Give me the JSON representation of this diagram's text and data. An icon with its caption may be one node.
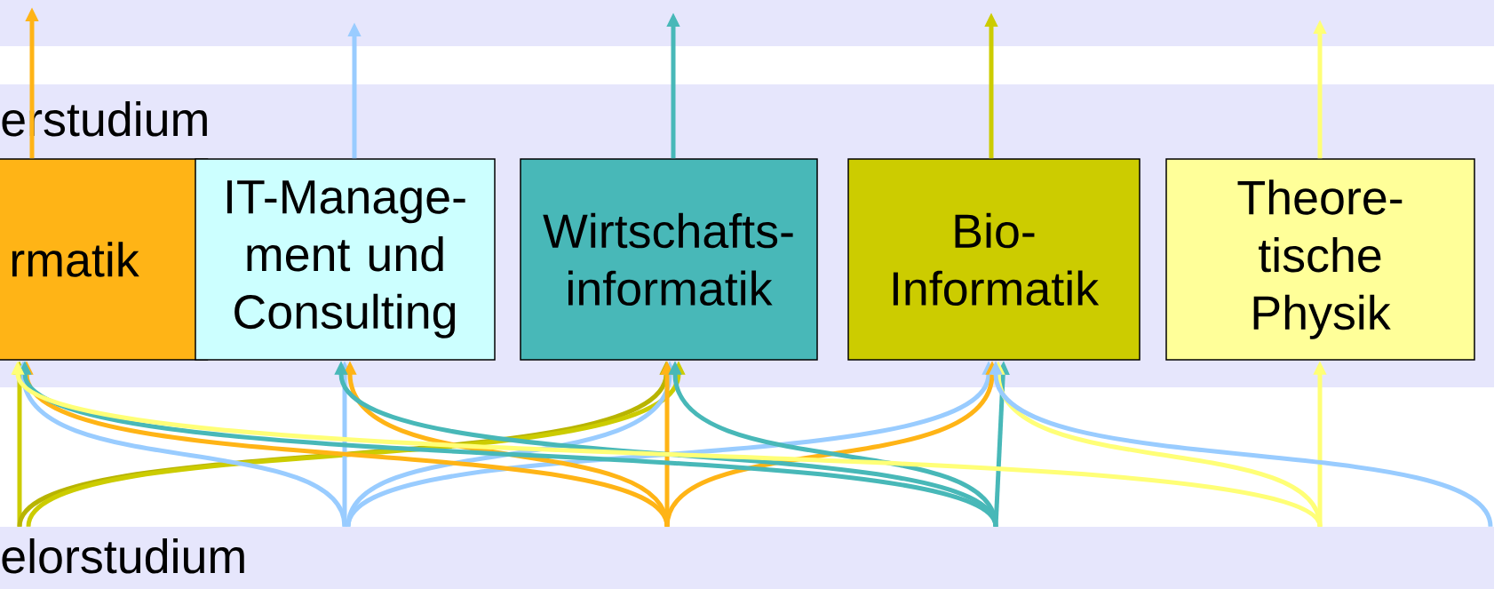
{
  "diagram": {
    "nodes": [
      {
        "text": [],
        "shape": "band"
      },
      {
        "text": [
          "erstudium"
        ]
      },
      {
        "text": [
          "rmatik"
        ],
        "in": 1
      },
      {
        "text": [
          "IT-Manage- ment und Consulting"
        ],
        "in": 1
      },
      {
        "text": [
          "Wirtschafts- informatik"
        ],
        "in": 1
      },
      {
        "text": [
          "Bio- Informatik"
        ],
        "in": 1
      },
      {
        "text": [
          "Theore- tische Physik"
        ],
        "in": 1
      },
      {
        "text": [
          "elorstudium"
        ]
      }
    ],
    "edges": [
      {
        "from": 2,
        "to": 0,
        "arrow": "to",
        "color": "#ffb416"
      },
      {
        "from": 3,
        "to": 0,
        "arrow": "to",
        "color": "#99ccff"
      },
      {
        "from": 4,
        "to": 0,
        "arrow": "to",
        "color": "#48b8b8"
      },
      {
        "from": 5,
        "to": 0,
        "arrow": "to",
        "color": "#cccc00"
      },
      {
        "from": 6,
        "to": 0,
        "arrow": "to",
        "color": "#ffff77"
      },
      {
        "from": 7,
        "to": 2,
        "arrow": "to",
        "color": "#cccc00"
      },
      {
        "from": 7,
        "to": 4,
        "arrow": "to",
        "color": "#b8b400"
      },
      {
        "from": 7,
        "to": 4,
        "arrow": "to",
        "color": "#cccc00"
      },
      {
        "from": 7,
        "to": 3,
        "arrow": "to",
        "color": "#99ccff"
      },
      {
        "from": 7,
        "to": 2,
        "arrow": "to",
        "color": "#99ccff"
      },
      {
        "from": 7,
        "to": 4,
        "arrow": "to",
        "color": "#99ccff"
      },
      {
        "from": 7,
        "to": 5,
        "arrow": "to",
        "color": "#99ccff"
      },
      {
        "from": 7,
        "to": 2,
        "arrow": "to",
        "color": "#ffb416"
      },
      {
        "from": 7,
        "to": 3,
        "arrow": "to",
        "color": "#ffb416"
      },
      {
        "from": 7,
        "to": 4,
        "arrow": "to",
        "color": "#ffb416"
      },
      {
        "from": 7,
        "to": 5,
        "arrow": "to",
        "color": "#ffb416"
      },
      {
        "from": 7,
        "to": 2,
        "arrow": "to",
        "color": "#48b8b8"
      },
      {
        "from": 7,
        "to": 3,
        "arrow": "to",
        "color": "#48b8b8"
      },
      {
        "from": 7,
        "to": 4,
        "arrow": "to",
        "color": "#48b8b8"
      },
      {
        "from": 7,
        "to": 5,
        "arrow": "to",
        "color": "#48b8b8"
      },
      {
        "from": 7,
        "to": 2,
        "arrow": "to",
        "color": "#ffff77"
      },
      {
        "from": 7,
        "to": 5,
        "arrow": "to",
        "color": "#ffff77"
      },
      {
        "from": 7,
        "to": 6,
        "arrow": "to",
        "color": "#ffff77"
      },
      {
        "from": 7,
        "to": 5,
        "arrow": "to",
        "color": "#99ccff"
      }
    ]
  }
}
